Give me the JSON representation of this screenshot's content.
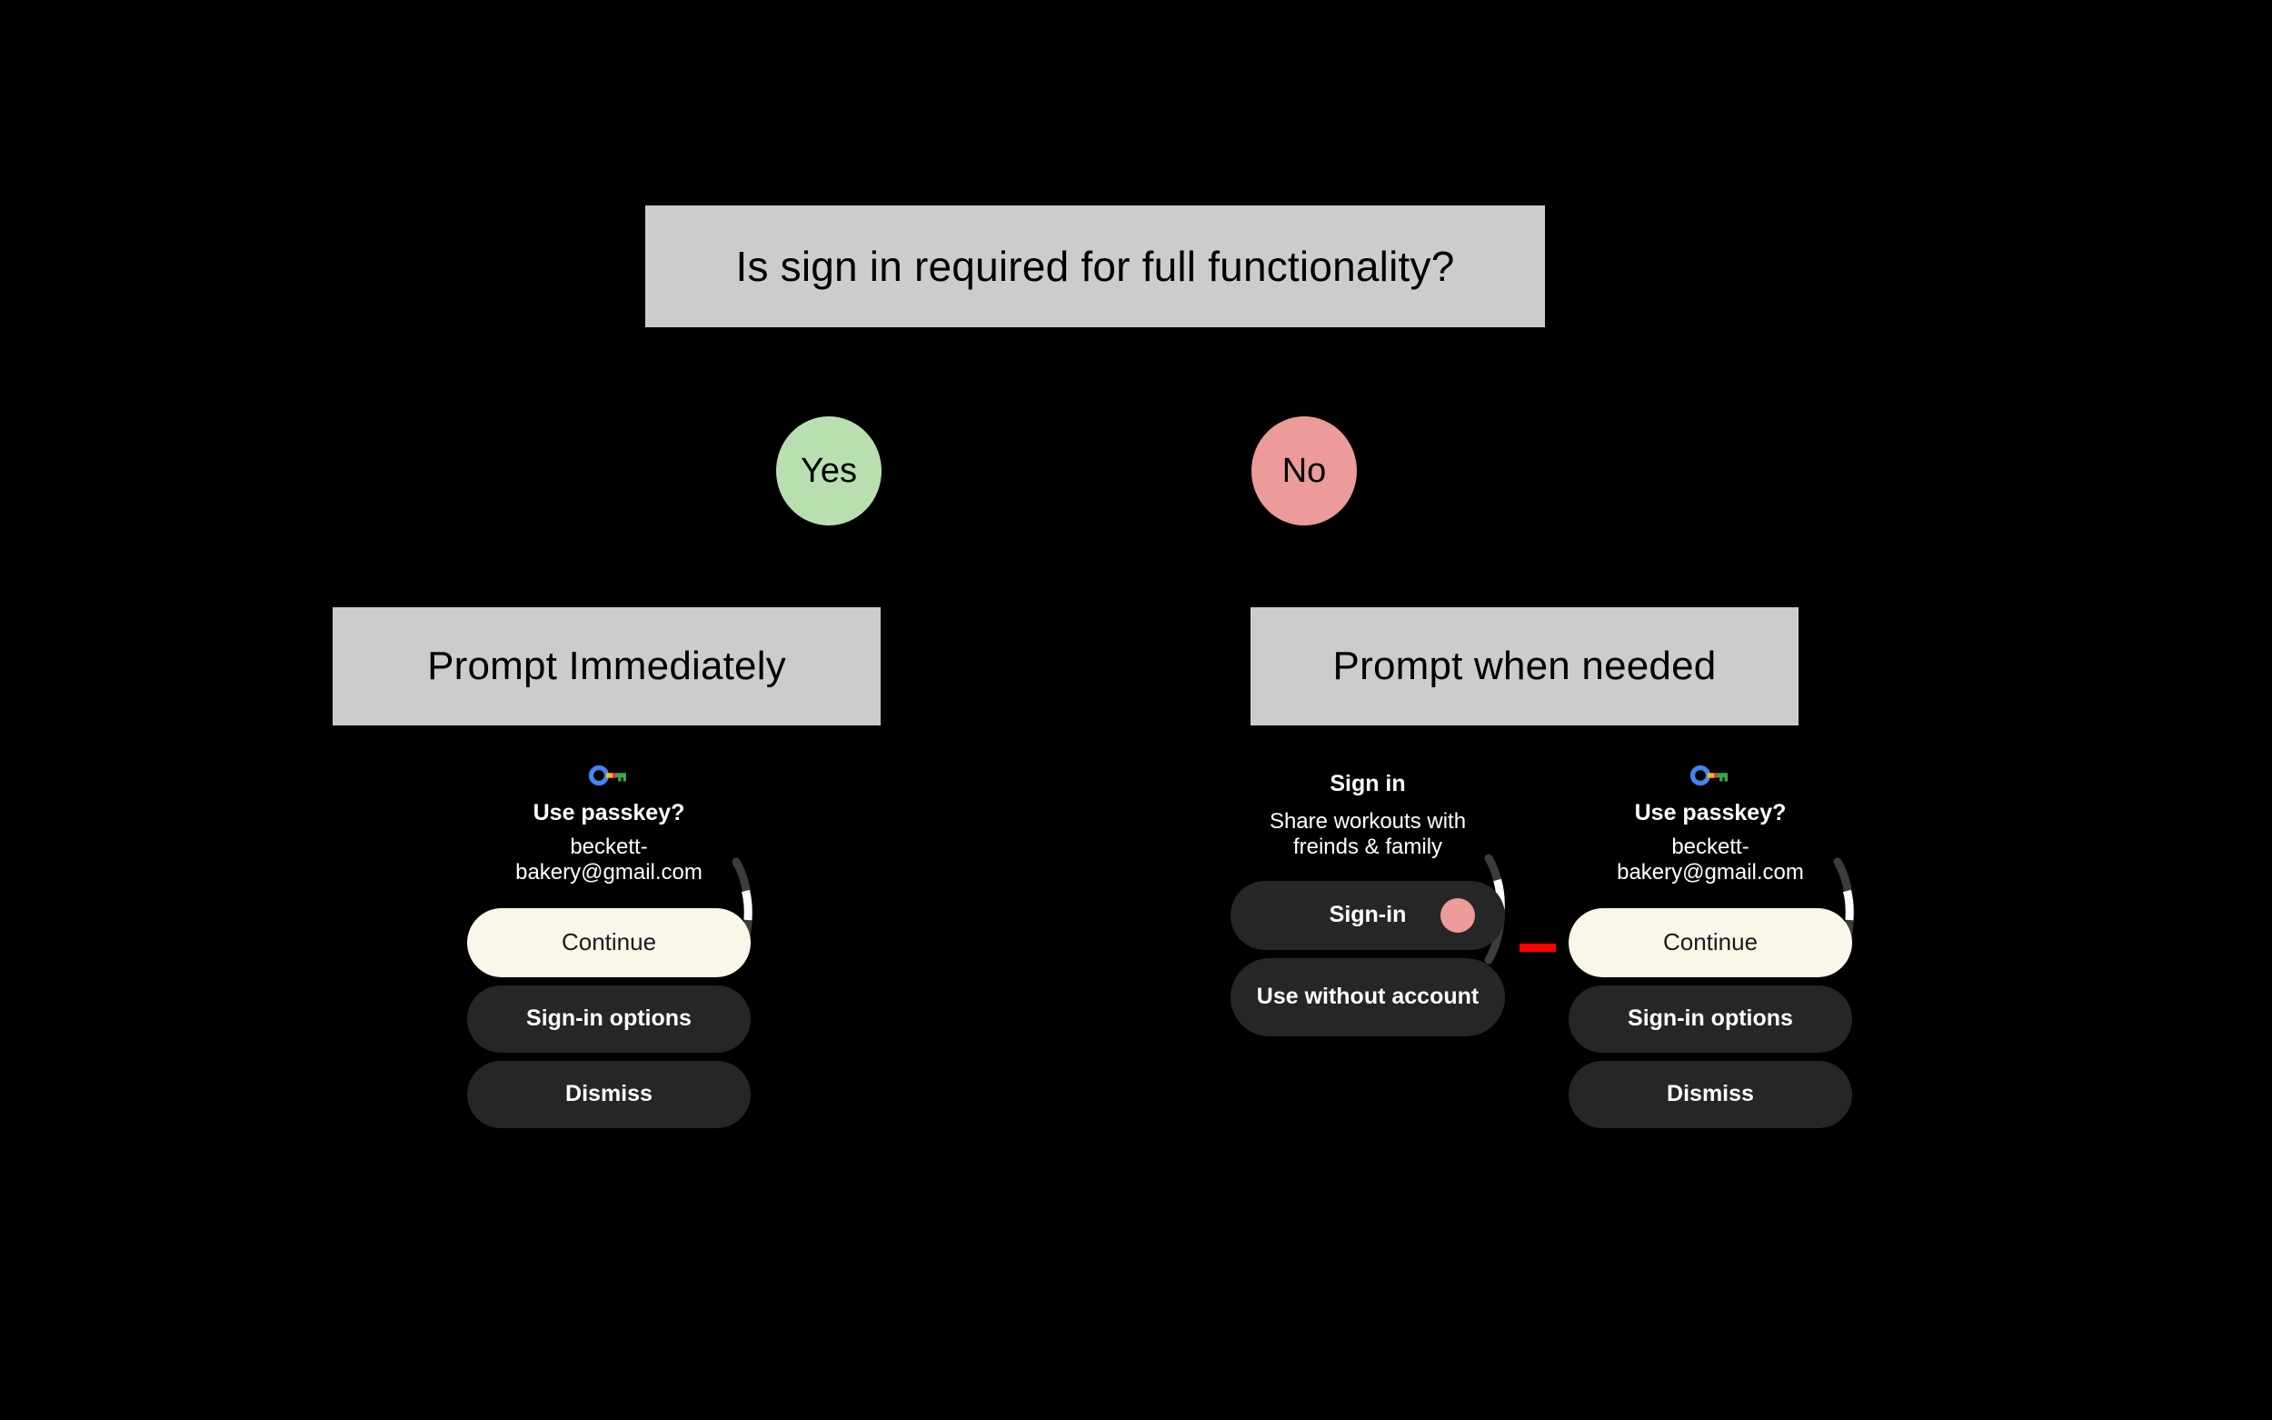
{
  "diagram": {
    "title_node": {
      "label": "Is sign in required for full functionality?"
    },
    "branches": [
      {
        "label": "Yes",
        "color": "#B9DFB1"
      },
      {
        "label": "No",
        "color": "#EC9A9A"
      }
    ],
    "outcomes": [
      {
        "label": "Prompt Immediately"
      },
      {
        "label": "Prompt when needed"
      }
    ],
    "box_fill": "#CCCCCC",
    "canvas_bg": "#000000"
  },
  "mocks": {
    "left_passkey": {
      "icon": "google-passkey-icon",
      "title": "Use passkey?",
      "subtitle": "beckett-bakery@gmail.com",
      "buttons": [
        {
          "label": "Continue",
          "style": "primary"
        },
        {
          "label": "Sign-in options",
          "style": "secondary"
        },
        {
          "label": "Dismiss",
          "style": "secondary"
        }
      ]
    },
    "middle_signin": {
      "title": "Sign in",
      "subtitle": "Share workouts with freinds & family",
      "buttons": [
        {
          "label": "Sign-in",
          "style": "secondary",
          "badge_color": "#EC9A9A"
        },
        {
          "label": "Use without account",
          "style": "secondary"
        }
      ]
    },
    "right_passkey": {
      "icon": "google-passkey-icon",
      "title": "Use passkey?",
      "subtitle": "beckett-bakery@gmail.com",
      "buttons": [
        {
          "label": "Continue",
          "style": "primary"
        },
        {
          "label": "Sign-in options",
          "style": "secondary"
        },
        {
          "label": "Dismiss",
          "style": "secondary"
        }
      ]
    }
  },
  "annotation": {
    "arrow_color": "#FF0000",
    "arrow_name": "flow-arrow-signin-to-continue"
  },
  "palette": {
    "screen_bg": "#000000",
    "button_secondary": "#262626",
    "button_primary": "#FAF6EA",
    "text_primary": "#FFFFFF",
    "scrollbar_track": "#3C3C3C",
    "scrollbar_thumb": "#FFFFFF"
  }
}
